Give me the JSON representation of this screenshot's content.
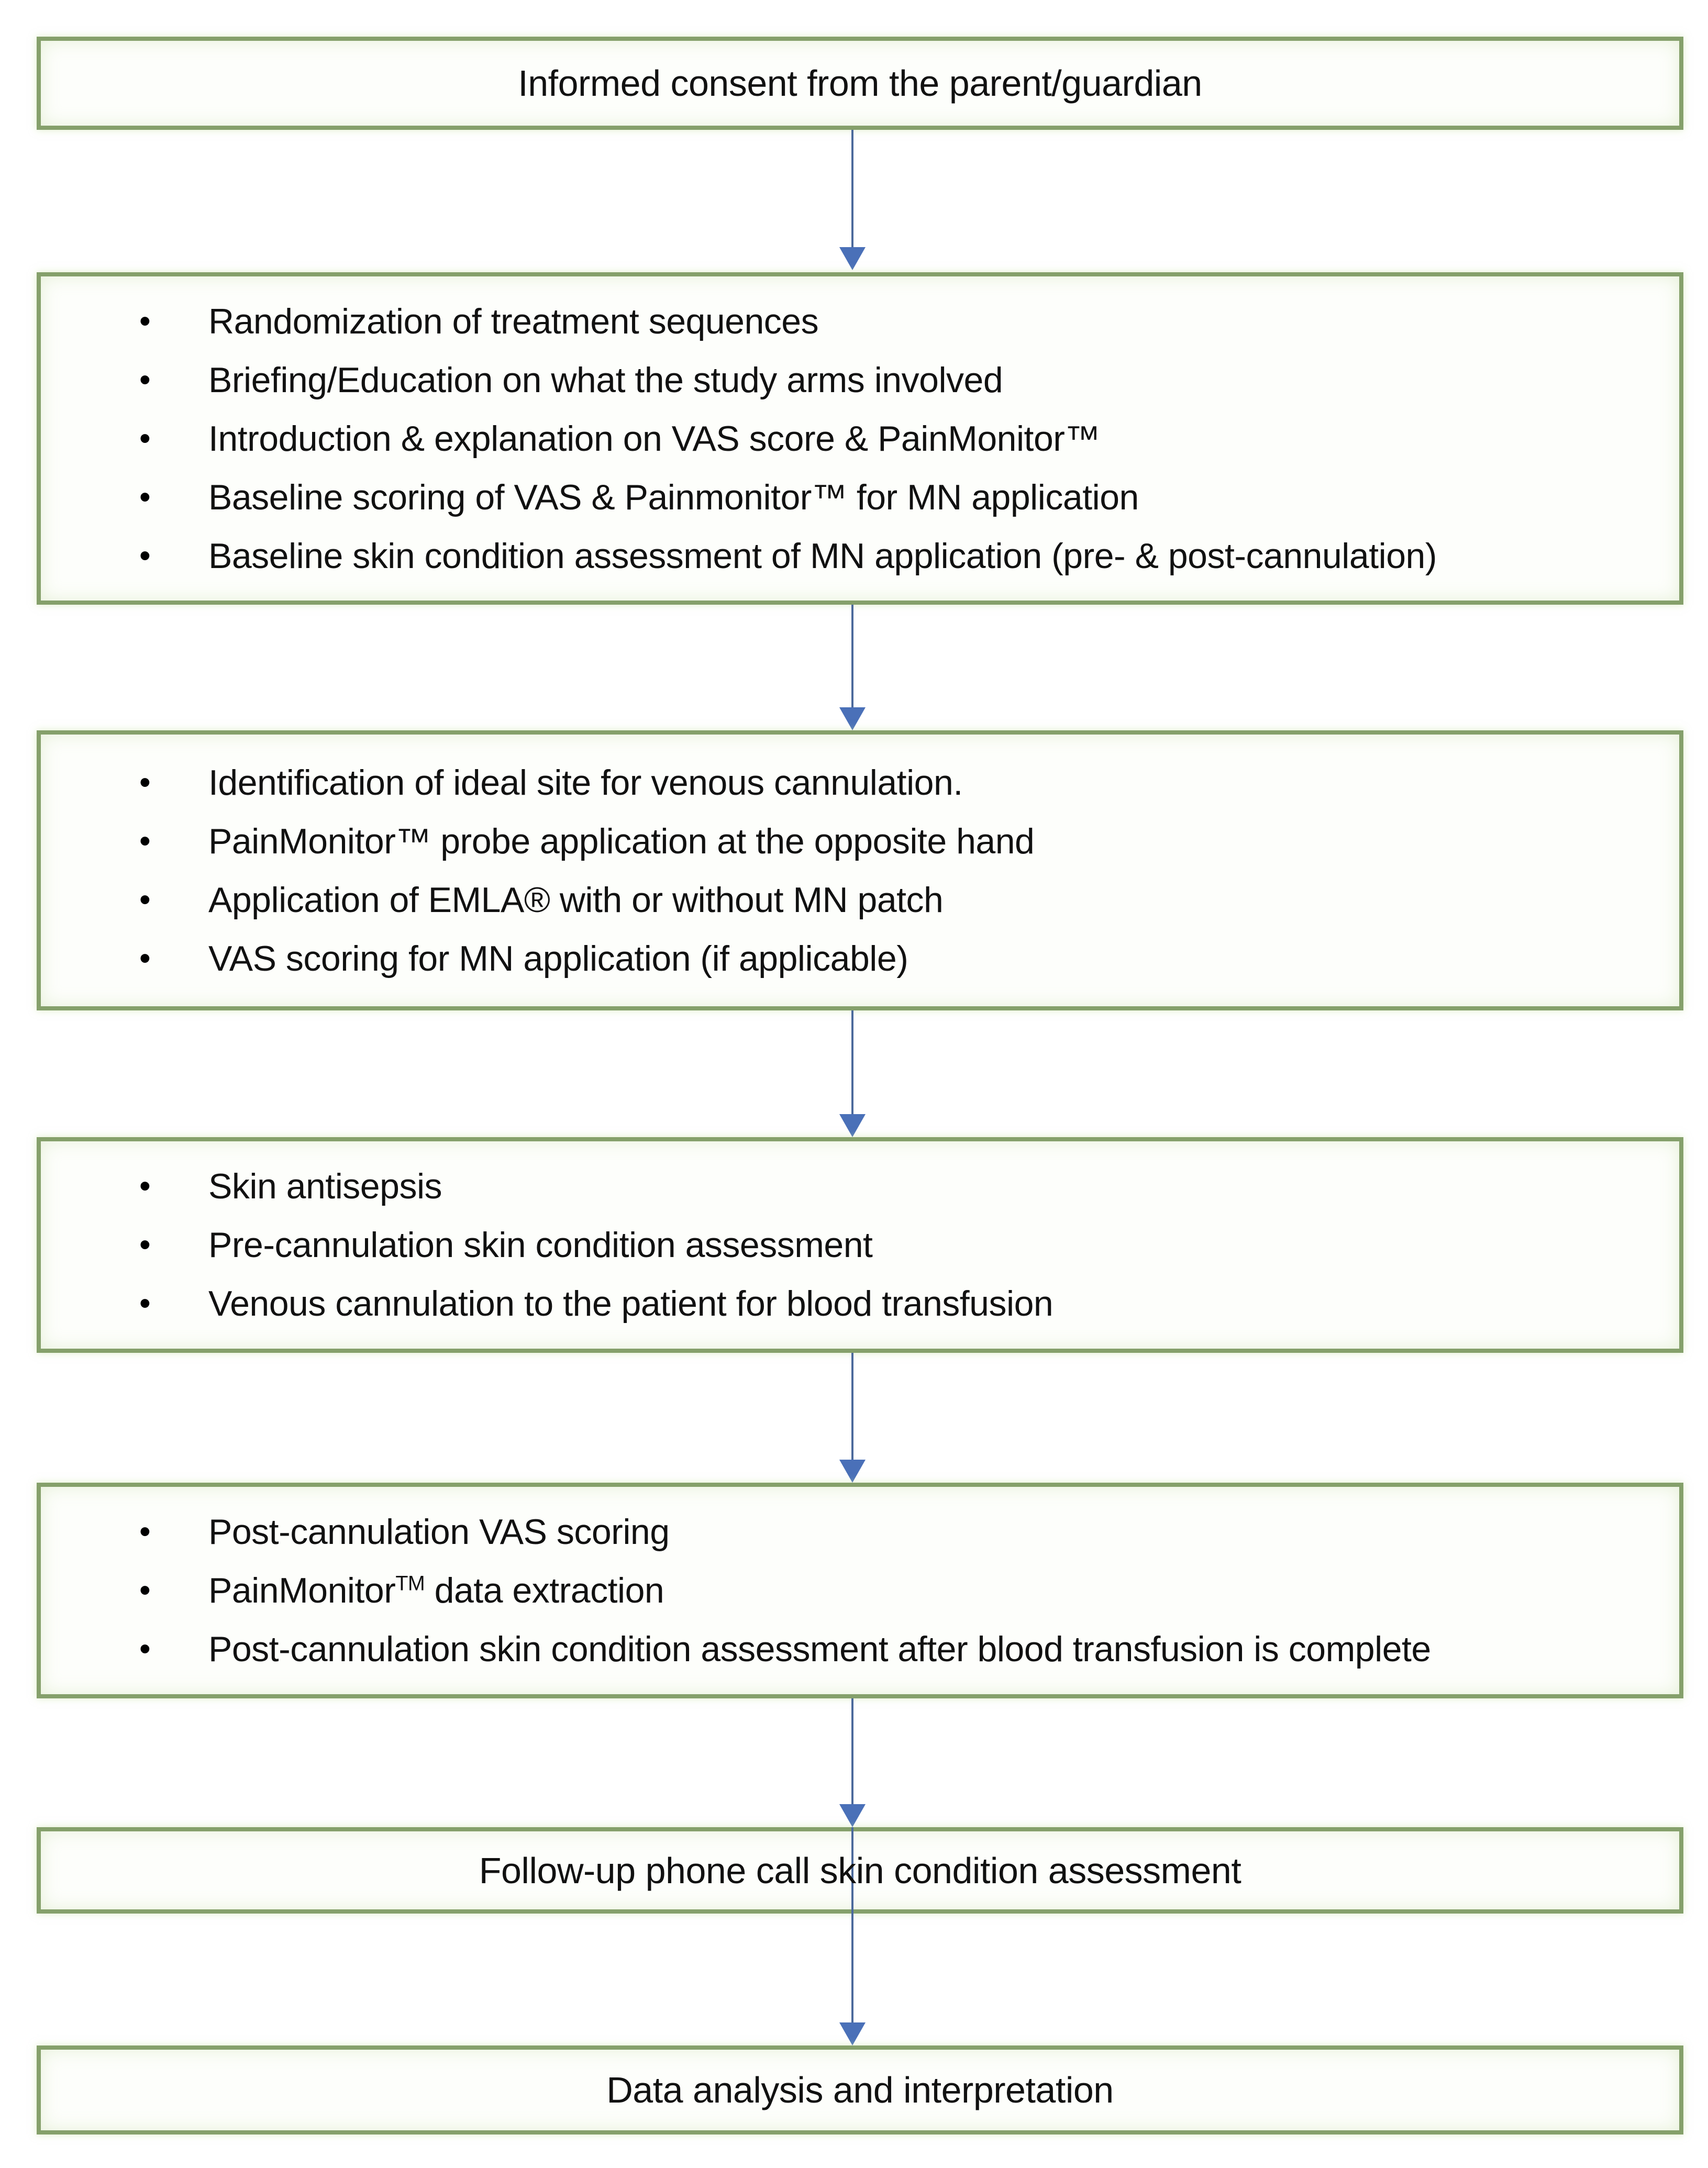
{
  "diagram": {
    "type": "flowchart",
    "direction": "top-down",
    "bullet": "•",
    "colors": {
      "box_border": "#85a06b",
      "box_fill": "#fdfefb",
      "arrow_shaft": "#4c6a9c",
      "arrow_head": "#4a70b8",
      "text": "#111111"
    },
    "boxes": [
      {
        "id": "informed-consent",
        "style": "centered",
        "text": "Informed consent from the parent/guardian"
      },
      {
        "id": "randomization-briefing",
        "style": "bulleted",
        "items": [
          "Randomization of treatment sequences",
          "Briefing/Education on what the study arms involved",
          "Introduction & explanation on VAS score & PainMonitor™",
          "Baseline scoring of VAS & Painmonitor™ for MN application",
          "Baseline skin condition assessment of MN application (pre- & post-cannulation)"
        ]
      },
      {
        "id": "site-identification",
        "style": "bulleted",
        "items": [
          "Identification of ideal site for venous cannulation.",
          "PainMonitor™ probe application at the opposite hand",
          "Application of EMLA® with or without MN patch",
          "VAS scoring for MN application (if applicable)"
        ]
      },
      {
        "id": "cannulation",
        "style": "bulleted",
        "items": [
          "Skin antisepsis",
          "Pre-cannulation skin condition assessment",
          "Venous cannulation to the patient for blood transfusion"
        ]
      },
      {
        "id": "post-cannulation",
        "style": "bulleted",
        "items": [
          "Post-cannulation VAS scoring",
          {
            "pre": "PainMonitor",
            "sup": "TM",
            "post": " data extraction"
          },
          "Post-cannulation skin condition assessment after blood transfusion is complete"
        ]
      },
      {
        "id": "follow-up",
        "style": "centered",
        "text": "Follow-up phone call skin condition assessment"
      },
      {
        "id": "data-analysis",
        "style": "centered",
        "text": "Data analysis and interpretation"
      }
    ]
  }
}
